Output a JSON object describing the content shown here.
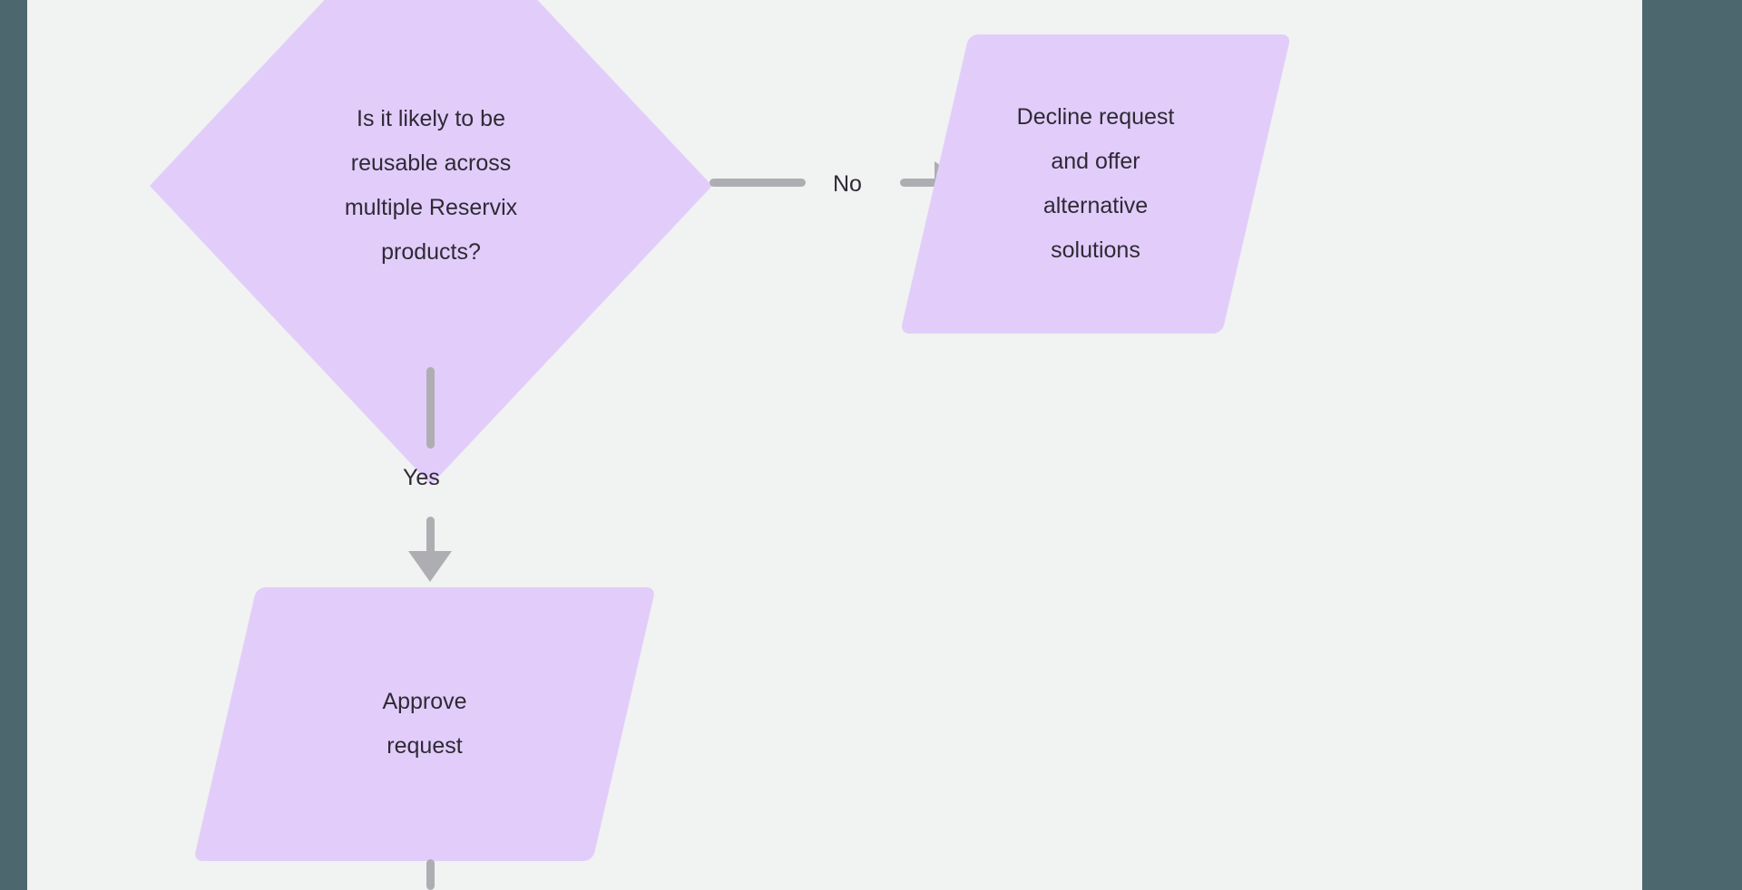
{
  "canvas": {
    "background_color": "#f1f2f2",
    "gutter_color": "#4d676f",
    "shape_fill": "#e2cdfa",
    "connector_color": "#aeaeb2",
    "text_color": "#2e2a35"
  },
  "diagram": {
    "type": "flowchart",
    "nodes": [
      {
        "id": "decision-reusable",
        "shape": "diamond",
        "role": "decision",
        "text": "Is it likely to be\nreusable across\nmultiple Reservix\nproducts?"
      },
      {
        "id": "decline-request",
        "shape": "parallelogram",
        "role": "output",
        "text": "Decline request\nand offer\nalternative\nsolutions"
      },
      {
        "id": "approve-request",
        "shape": "parallelogram",
        "role": "output",
        "text": "Approve\nrequest"
      }
    ],
    "edges": [
      {
        "id": "edge-no",
        "from": "decision-reusable",
        "to": "decline-request",
        "label": "No",
        "direction": "right"
      },
      {
        "id": "edge-yes",
        "from": "decision-reusable",
        "to": "approve-request",
        "label": "Yes",
        "direction": "down"
      },
      {
        "id": "edge-approve-continue",
        "from": "approve-request",
        "to": "",
        "label": "",
        "direction": "down"
      }
    ]
  }
}
